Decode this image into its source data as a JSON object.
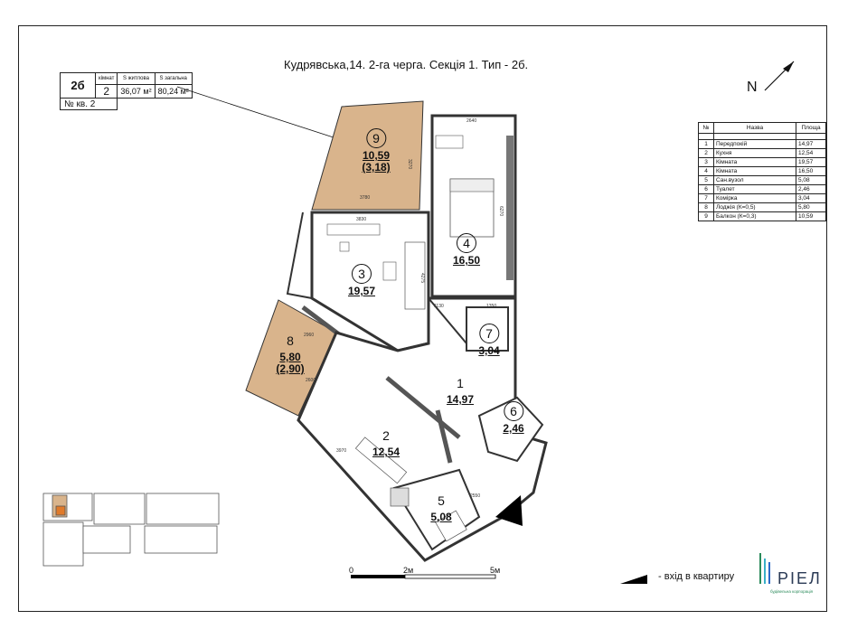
{
  "title": "Кудрявська,14. 2-га черга. Секція 1. Тип - 2б.",
  "north_label": "N",
  "info": {
    "type": "2б",
    "rooms_label": "кімнат",
    "living_label": "S житлова",
    "total_label": "S загальна",
    "rooms": "2",
    "living": "36,07 м²",
    "total": "80,24 м²",
    "apt_number": "№ кв. 2"
  },
  "legend": {
    "headers": [
      "№",
      "Назва",
      "Площа"
    ],
    "rows": [
      {
        "n": "1",
        "name": "Передпокій",
        "area": "14,97"
      },
      {
        "n": "2",
        "name": "Кухня",
        "area": "12,54"
      },
      {
        "n": "3",
        "name": "Кімната",
        "area": "19,57"
      },
      {
        "n": "4",
        "name": "Кімната",
        "area": "16,50"
      },
      {
        "n": "5",
        "name": "Сан.вузол",
        "area": "5,08"
      },
      {
        "n": "6",
        "name": "Туалет",
        "area": "2,46"
      },
      {
        "n": "7",
        "name": "Комірка",
        "area": "3,04"
      },
      {
        "n": "8",
        "name": "Лоджія (К=0,5)",
        "area": "5,80"
      },
      {
        "n": "9",
        "name": "Балкон (К=0,3)",
        "area": "10,59"
      }
    ]
  },
  "rooms": [
    {
      "n": "9",
      "area": "10,59",
      "sub": "(3,18)"
    },
    {
      "n": "4",
      "area": "16,50"
    },
    {
      "n": "3",
      "area": "19,57"
    },
    {
      "n": "7",
      "area": "3,04"
    },
    {
      "n": "8",
      "area": "5,80",
      "sub": "(2,90)"
    },
    {
      "n": "1",
      "area": "14,97"
    },
    {
      "n": "6",
      "area": "2,46"
    },
    {
      "n": "2",
      "area": "12,54"
    },
    {
      "n": "5",
      "area": "5,08"
    }
  ],
  "dimensions": {
    "d2640": "2640",
    "d3270": "3270",
    "d3780": "3780",
    "d3830": "3830",
    "d4275": "4275",
    "d6270": "6270",
    "d1350": "1350",
    "d1130": "1130",
    "d2960": "2960",
    "d2600": "2600",
    "d3970": "3970",
    "d2550": "2550"
  },
  "scale": {
    "zero": "0",
    "two": "2м",
    "five": "5м"
  },
  "entry_text": "- вхід в квартиру",
  "logo": {
    "name": "РІЕЛ",
    "tagline": "будівельна корпорація"
  }
}
